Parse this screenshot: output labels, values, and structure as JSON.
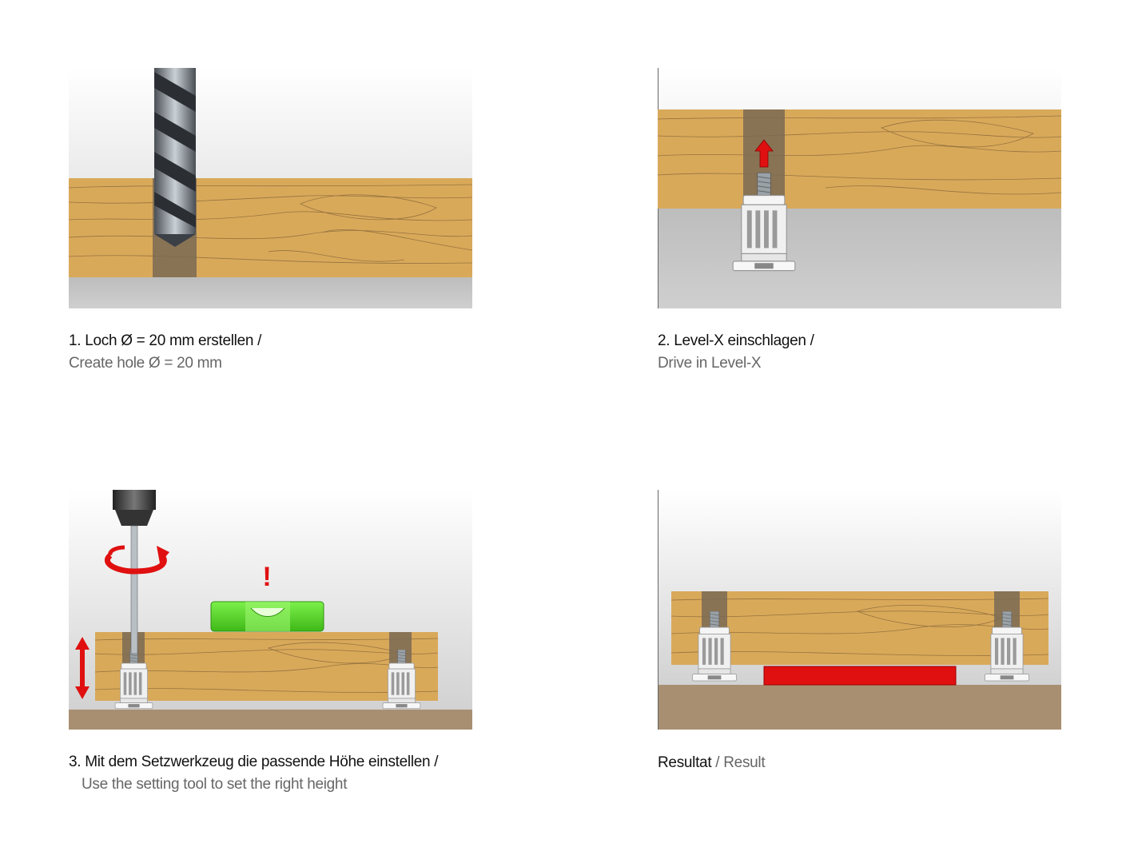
{
  "steps": [
    {
      "de": "1. Loch Ø = 20 mm erstellen /",
      "en": "Create hole Ø = 20 mm"
    },
    {
      "de": "2. Level-X einschlagen /",
      "en": "Drive in Level-X"
    },
    {
      "de": "3. Mit dem Setzwerkzeug die passende Höhe einstellen /",
      "en": "Use the setting tool to set the right height"
    },
    {
      "de": "Resultat",
      "sep": " / ",
      "en": "Result"
    }
  ],
  "marks": {
    "exclamation": "!"
  },
  "colors": {
    "wood": "#d9a95a",
    "wood_grain": "#8a6a3a",
    "hole": "#7a6a55",
    "wall_gradient_top": "#ffffff",
    "wall_gradient_bottom": "#d0d0d0",
    "floor_grey": "#c8c8c8",
    "floor_brown": "#a88f72",
    "arrow_red": "#e01010",
    "level_green": "#5fe02a",
    "foot_white": "#f2f2f2"
  },
  "icons": [
    "drill-bit-icon",
    "level-x-foot-icon",
    "up-arrow-icon",
    "rotate-arrow-icon",
    "spirit-level-icon",
    "double-arrow-icon",
    "drill-chuck-icon"
  ]
}
